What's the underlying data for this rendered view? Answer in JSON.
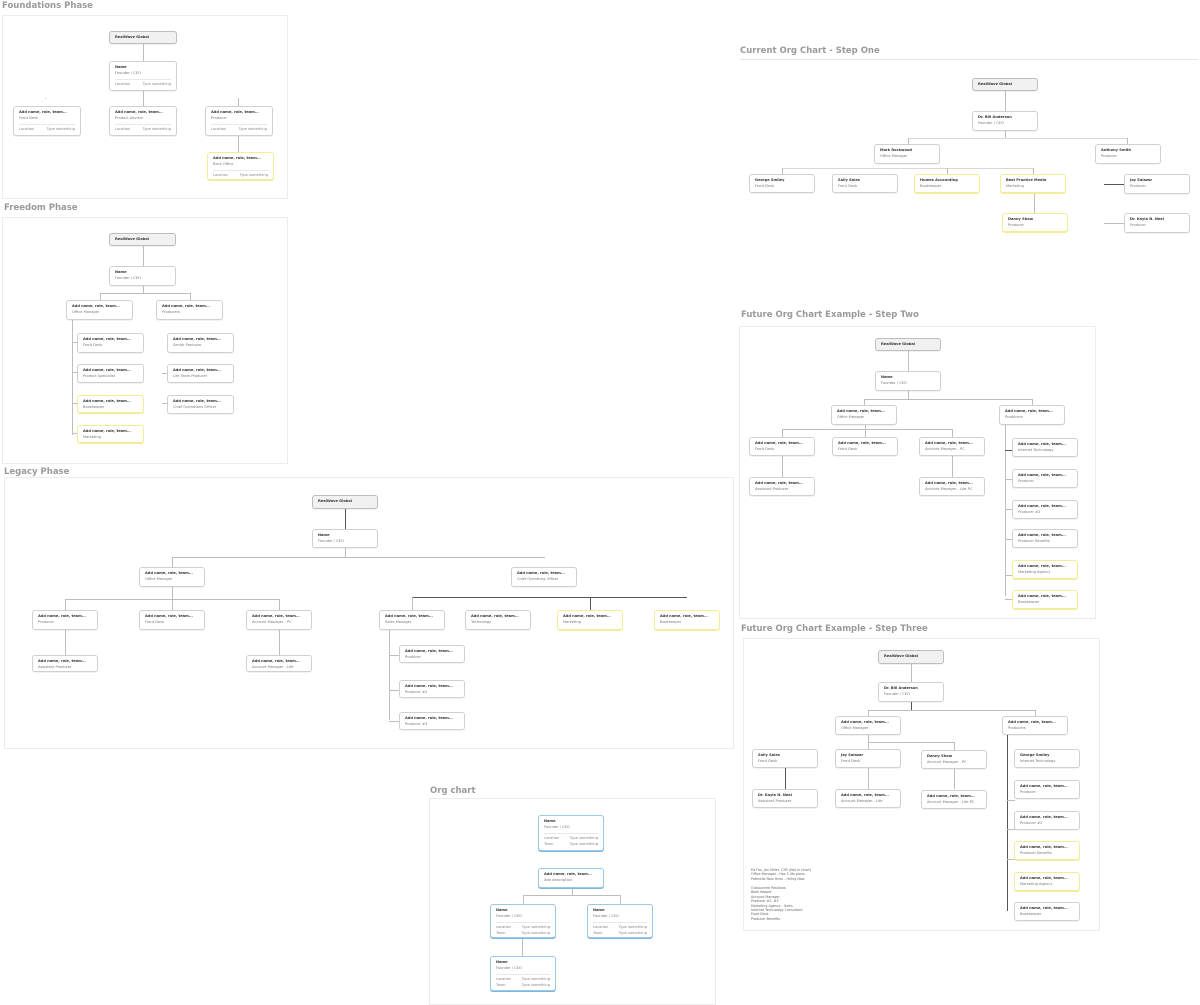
{
  "sections": {
    "foundations": {
      "title": "Foundations Phase"
    },
    "freedom": {
      "title": "Freedom Phase"
    },
    "legacy": {
      "title": "Legacy Phase"
    },
    "orgchart": {
      "title": "Org chart"
    },
    "step_one": {
      "title": "Current Org Chart - Step One"
    },
    "step_two": {
      "title": "Future Org Chart Example - Step Two"
    },
    "step_three": {
      "title": "Future Org Chart Example - Step Three"
    }
  },
  "labels": {
    "placeholder": "Add name, role, team...",
    "company": "RealWave Global",
    "name": "Name",
    "founder": "Founder / CEO",
    "location": "Location",
    "team": "Team",
    "type_something": "Type something"
  },
  "foundations": {
    "cards": [
      {
        "name": "RealWave Global"
      },
      {
        "name": "Name",
        "role": "Founder / CEO",
        "k": "Location",
        "v": "Type something"
      },
      {
        "name": "Add name, role, team...",
        "role": "Front Desk",
        "k": "Location",
        "v": "Type something"
      },
      {
        "name": "Add name, role, team...",
        "role": "Product Advisor",
        "k": "Location",
        "v": "Type something"
      },
      {
        "name": "Add name, role, team...",
        "role": "Producer",
        "k": "Location",
        "v": "Type something"
      },
      {
        "name": "Add name, role, team...",
        "role": "Back Office",
        "k": "Location",
        "v": "Type something"
      }
    ]
  },
  "freedom": {
    "cards": [
      {
        "name": "RealWave Global"
      },
      {
        "name": "Name",
        "role": "Founder / CEO"
      },
      {
        "name": "Add name, role, team...",
        "role": "Office Manager"
      },
      {
        "name": "Add name, role, team...",
        "role": "Producers"
      },
      {
        "name": "Add name, role, team...",
        "role": "Front Desk"
      },
      {
        "name": "Add name, role, team...",
        "role": "Senior Producer"
      },
      {
        "name": "Add name, role, team...",
        "role": "Product Specialist"
      },
      {
        "name": "Add name, role, team...",
        "role": "Life Team Producer"
      },
      {
        "name": "Add name, role, team...",
        "role": "Bookkeeper"
      },
      {
        "name": "Add name, role, team...",
        "role": "Chief Operations Officer"
      },
      {
        "name": "Add name, role, team...",
        "role": "Marketing"
      }
    ]
  },
  "legacy": {
    "cards": [
      {
        "name": "RealWave Global"
      },
      {
        "name": "Name",
        "role": "Founder / CEO"
      },
      {
        "name": "Add name, role, team...",
        "role": "Office Manager"
      },
      {
        "name": "Add name, role, team...",
        "role": "Producer"
      },
      {
        "name": "Add name, role, team...",
        "role": "Front Desk"
      },
      {
        "name": "Add name, role, team...",
        "role": "Account Manager - PC"
      },
      {
        "name": "Add name, role, team...",
        "role": "Assistant Producer"
      },
      {
        "name": "Add name, role, team...",
        "role": "Account Manager - Life"
      },
      {
        "name": "Add name, role, team...",
        "role": "Chief Operating Officer"
      },
      {
        "name": "Add name, role, team...",
        "role": "Sales Manager"
      },
      {
        "name": "Add name, role, team...",
        "role": "Technology"
      },
      {
        "name": "Add name, role, team...",
        "role": "Marketing"
      },
      {
        "name": "Add name, role, team...",
        "role": "Bookkeeper"
      },
      {
        "name": "Add name, role, team...",
        "role": "Producer"
      },
      {
        "name": "Add name, role, team...",
        "role": "Producer #2"
      },
      {
        "name": "Add name, role, team...",
        "role": "Producer #3"
      }
    ]
  },
  "orgchart": {
    "cards": [
      {
        "name": "Name",
        "role": "Founder / CEO",
        "k1": "Location",
        "v1": "Type something",
        "k2": "Team",
        "v2": "Type something"
      },
      {
        "name": "Add name, role, team...",
        "role": "Add description"
      },
      {
        "name": "Name",
        "role": "Founder / CEO",
        "k1": "Location",
        "v1": "Type something",
        "k2": "Team",
        "v2": "Type something"
      },
      {
        "name": "Name",
        "role": "Founder / CEO",
        "k1": "Location",
        "v1": "Type something",
        "k2": "Team",
        "v2": "Type something"
      },
      {
        "name": "Name",
        "role": "Founder / CEO",
        "k1": "Location",
        "v1": "Type something",
        "k2": "Team",
        "v2": "Type something"
      }
    ]
  },
  "step_one": {
    "cards": [
      {
        "name": "RealWave Global"
      },
      {
        "name": "Dr. Bill Anderson",
        "role": "Founder / CEO"
      },
      {
        "name": "Mark Rockwood",
        "role": "Office Manager"
      },
      {
        "name": "Anthony Smith",
        "role": "Producer"
      },
      {
        "name": "George Smiley",
        "role": "Front Desk"
      },
      {
        "name": "Sally Sales",
        "role": "Front Desk"
      },
      {
        "name": "Humes Accounting",
        "role": "Bookkeeper"
      },
      {
        "name": "Best Practice Media",
        "role": "Marketing"
      },
      {
        "name": "Jay Salazar",
        "role": "Producer"
      },
      {
        "name": "Danny Shaw",
        "role": "Producer"
      },
      {
        "name": "Dr. Kayla N. Neal",
        "role": "Producer"
      }
    ]
  },
  "step_two": {
    "cards": [
      {
        "name": "RealWave Global"
      },
      {
        "name": "Name",
        "role": "Founder / CEO"
      },
      {
        "name": "Add name, role, team...",
        "role": "Office Manager"
      },
      {
        "name": "Add name, role, team...",
        "role": "Producers"
      },
      {
        "name": "Add name, role, team...",
        "role": "Front Desk"
      },
      {
        "name": "Add name, role, team...",
        "role": "Front Desk"
      },
      {
        "name": "Add name, role, team...",
        "role": "Account Manager - PC"
      },
      {
        "name": "Add name, role, team...",
        "role": "Assistant Producer"
      },
      {
        "name": "Add name, role, team...",
        "role": "Account Manager - Life PC"
      },
      {
        "name": "Add name, role, team...",
        "role": "Internet Technology"
      },
      {
        "name": "Add name, role, team...",
        "role": "Producer"
      },
      {
        "name": "Add name, role, team...",
        "role": "Producer #2"
      },
      {
        "name": "Add name, role, team...",
        "role": "Producer Benefits"
      },
      {
        "name": "Add name, role, team...",
        "role": "Marketing Agency"
      },
      {
        "name": "Add name, role, team...",
        "role": "Bookkeeper"
      }
    ]
  },
  "step_three": {
    "cards": [
      {
        "name": "RealWave Global"
      },
      {
        "name": "Dr. Bill Anderson",
        "role": "Founder / CEO"
      },
      {
        "name": "Add name, role, team...",
        "role": "Office Manager"
      },
      {
        "name": "Add name, role, team...",
        "role": "Producers"
      },
      {
        "name": "Sally Sales",
        "role": "Front Desk"
      },
      {
        "name": "Jay Salazar",
        "role": "Front Desk"
      },
      {
        "name": "Danny Shaw",
        "role": "Account Manager - PC"
      },
      {
        "name": "Dr. Kayla N. Neal",
        "role": "Assistant Producer"
      },
      {
        "name": "Add name, role, team...",
        "role": "Account Manager - Life"
      },
      {
        "name": "Add name, role, team...",
        "role": "Account Manager - Life PC"
      },
      {
        "name": "George Smiley",
        "role": "Internet Technology"
      },
      {
        "name": "Add name, role, team...",
        "role": "Producer"
      },
      {
        "name": "Add name, role, team...",
        "role": "Producer #2"
      },
      {
        "name": "Add name, role, team...",
        "role": "Producer Benefits"
      },
      {
        "name": "Add name, role, team...",
        "role": "Marketing Agency"
      },
      {
        "name": "Add name, role, team...",
        "role": "Bookkeeper"
      }
    ],
    "notes": "Ed Fox, Jon Miller, CSR (Not in chart)\nOffice Manager - Has 5 life plans\nPotential New Hires - Hiring Now\n\nOutsourced Positions\nBook Keeper\nAccount Manager\nProducer #2, #3\nMarketing Agency - Sales\nInternet Technology Consultant\nFront Desk\nProducer Benefits"
  }
}
